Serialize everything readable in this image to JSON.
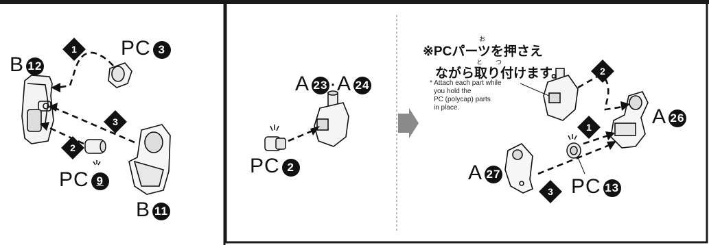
{
  "panel1": {
    "b12_label": "B",
    "b12_num": "12",
    "pc3_label": "PC",
    "pc3_num": "3",
    "pc9_label": "PC",
    "pc9_num": "9",
    "b11_label": "B",
    "b11_num": "11",
    "steps": [
      "1",
      "2",
      "3"
    ]
  },
  "panel2": {
    "a_label": "A",
    "a23_num": "23",
    "separator": "·",
    "a24_label": "A",
    "a24_num": "24",
    "pc2_label": "PC",
    "pc2_num": "2"
  },
  "panel3": {
    "note_jp_line1": "※PCパーツを押さえ",
    "note_jp_line2": "ながら取り付けます。",
    "furigana_osa": "お",
    "furigana_to": "と",
    "furigana_tsu": "つ",
    "note_en": [
      "* Attach each part while",
      "you hold the",
      "PC (polycap) parts",
      "in place."
    ],
    "a26_label": "A",
    "a26_num": "26",
    "a27_label": "A",
    "a27_num": "27",
    "pc13_label": "PC",
    "pc13_num": "13",
    "steps": [
      "1",
      "2",
      "3"
    ]
  },
  "colors": {
    "ink": "#111111",
    "frame": "#1a1a1a",
    "arrow_gray": "#8a8a8a",
    "divider": "#777777"
  }
}
